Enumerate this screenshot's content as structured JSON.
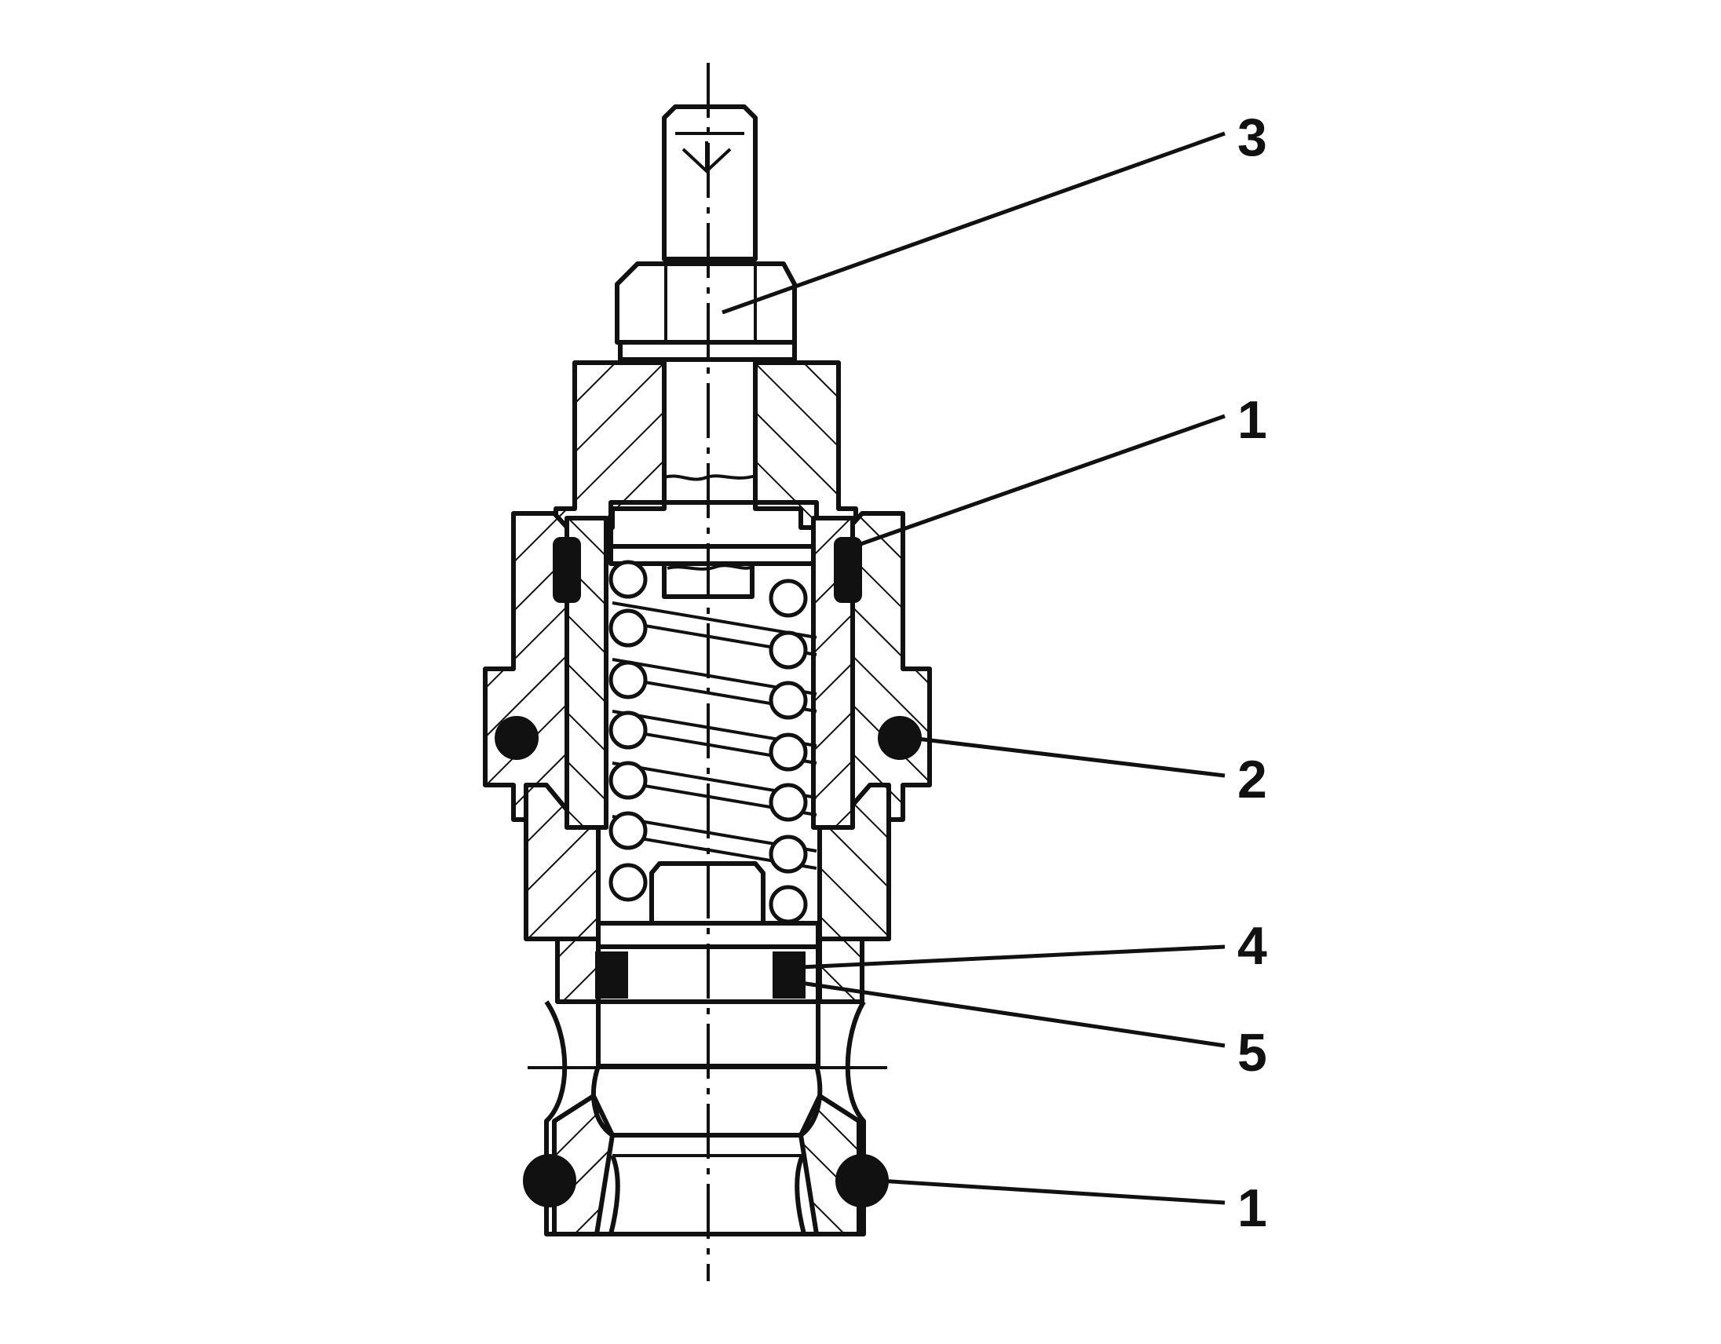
{
  "callouts": [
    {
      "id": "seal-upper",
      "label": "1"
    },
    {
      "id": "seal-middle",
      "label": "2"
    },
    {
      "id": "adjuster",
      "label": "3"
    },
    {
      "id": "ring",
      "label": "4"
    },
    {
      "id": "ring-seal",
      "label": "5"
    },
    {
      "id": "seal-lower",
      "label": "1"
    }
  ],
  "colors": {
    "ink": "#111111",
    "paper": "#ffffff"
  },
  "icons": {
    "drawing": "relief-valve-cartridge-cross-section"
  }
}
